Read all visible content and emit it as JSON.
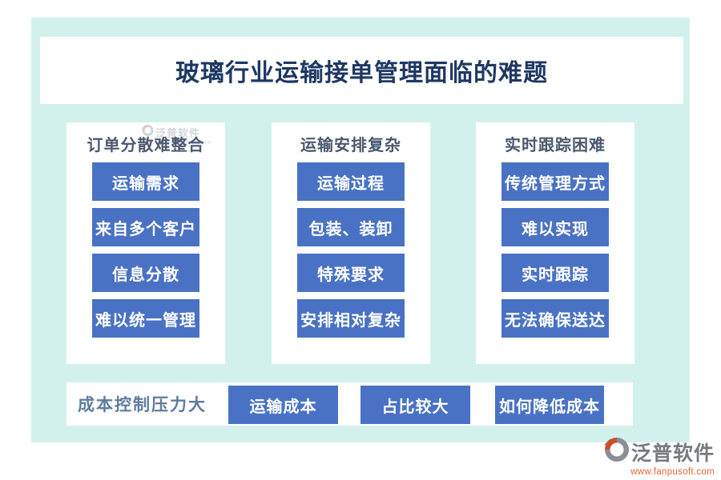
{
  "page": {
    "title": "玻璃行业运输接单管理面临的难题",
    "colors": {
      "canvas": "#ffffff",
      "mint_background": "#d3f1ec",
      "panel": "#ffffff",
      "pill_blue": "#4a72c4",
      "pill_text": "#ffffff",
      "title_navy": "#1e3864",
      "header_slate": "#4a586e",
      "bottom_label_blue": "#5f7b9d",
      "brand_gray": "#76797e",
      "brand_orange": "#e0662f"
    }
  },
  "columns": [
    {
      "header": "订单分散难整合",
      "items": [
        "运输需求",
        "来自多个客户",
        "信息分散",
        "难以统一管理"
      ]
    },
    {
      "header": "运输安排复杂",
      "items": [
        "运输过程",
        "包装、装卸",
        "特殊要求",
        "安排相对复杂"
      ]
    },
    {
      "header": "实时跟踪困难",
      "items": [
        "传统管理方式",
        "难以实现",
        "实时跟踪",
        "无法确保送达"
      ]
    }
  ],
  "bottom_row": {
    "label": "成本控制压力大",
    "items": [
      "运输成本",
      "占比较大",
      "如何降低成本"
    ]
  },
  "watermark": {
    "name": "泛普软件",
    "url": "www.fanpusoft.com"
  },
  "brand": {
    "name": "泛普软件",
    "url": "www.fanpusoft.com"
  }
}
